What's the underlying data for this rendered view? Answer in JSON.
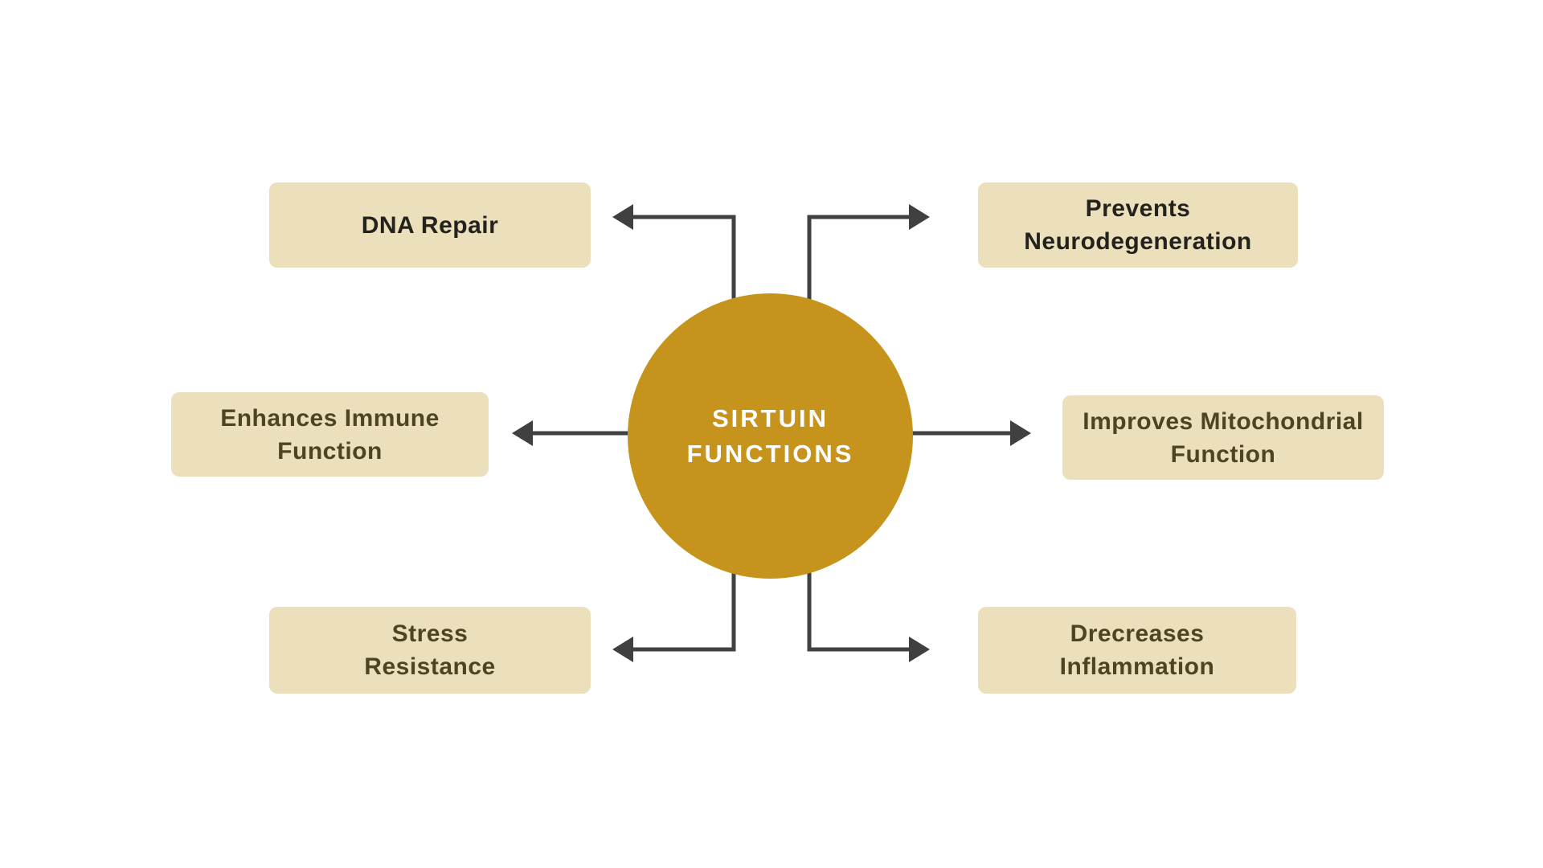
{
  "title": "Sirtuin Functions diagram",
  "center": {
    "line1": "SIRTUIN",
    "line2": "FUNCTIONS"
  },
  "boxes": [
    {
      "id": "dna-repair",
      "lines": [
        "DNA Repair"
      ]
    },
    {
      "id": "prevents-neurodegeneration",
      "lines": [
        "Prevents",
        "Neurodegeneration"
      ]
    },
    {
      "id": "enhances-immune-function",
      "lines": [
        "Enhances Immune",
        "Function"
      ]
    },
    {
      "id": "improves-mitochondrial-function",
      "lines": [
        "Improves Mitochondrial",
        "Function"
      ]
    },
    {
      "id": "stress-resistance",
      "lines": [
        "Stress",
        "Resistance"
      ]
    },
    {
      "id": "drecreases-inflammation",
      "lines": [
        "Drecreases",
        "Inflammation"
      ]
    }
  ],
  "colors": {
    "background": "#ffffff",
    "circle_fill": "#c6941d",
    "circle_text": "#ffffff",
    "box_fill": "#ecdfbb",
    "box_text_dark": "#23221d",
    "box_text_olive": "#4e4424",
    "arrow": "#404040"
  }
}
